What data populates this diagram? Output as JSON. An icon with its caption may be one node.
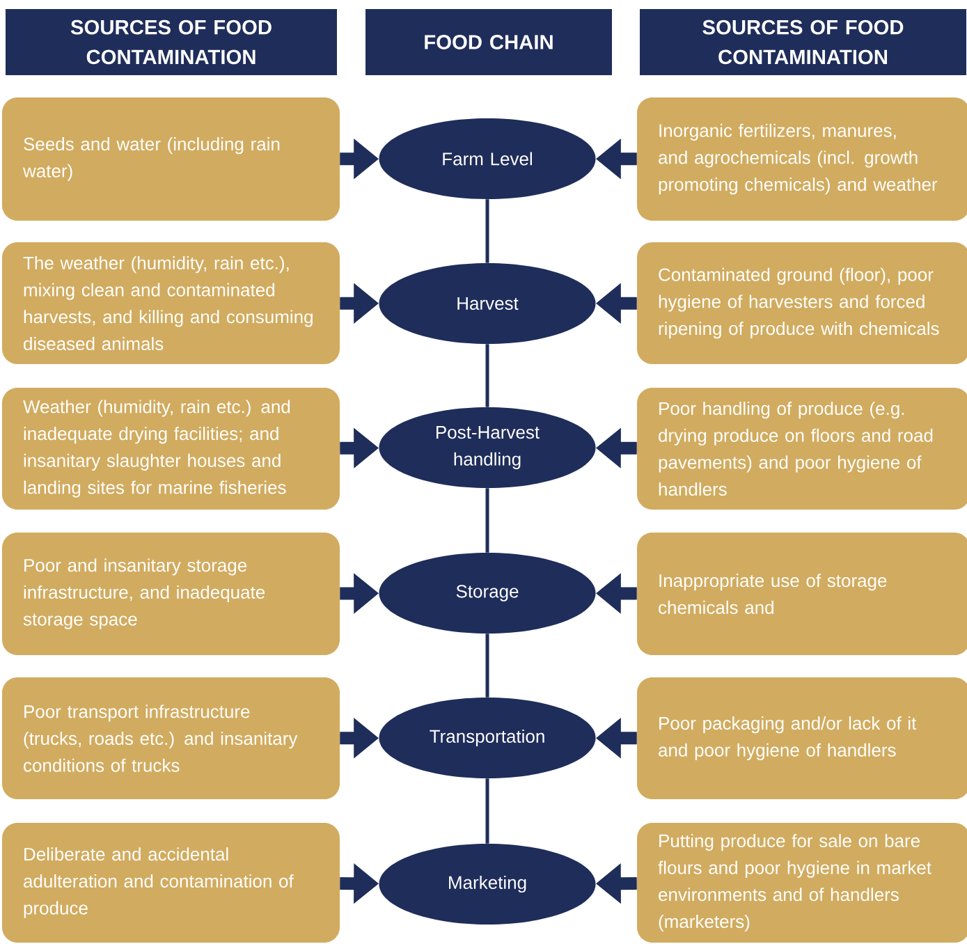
{
  "diagram": {
    "nodes": [
      {
        "text": [
          "SOURCES OF FOOD CONTAMINATION"
        ]
      },
      {
        "text": [
          "FOOD CHAIN"
        ]
      },
      {
        "text": [
          "SOURCES OF FOOD CONTAMINATION"
        ]
      },
      {
        "text": [
          "Seeds and water (including rain water)"
        ]
      },
      {
        "text": [
          "Farm Level"
        ]
      },
      {
        "text": [
          "Inorganic fertilizers, manures, and agrochemicals (incl. growth promoting chemicals) and weather"
        ]
      },
      {
        "text": [
          "The weather (humidity, rain etc.), mixing clean and contaminated harvests, and killing and consuming diseased animals"
        ]
      },
      {
        "text": [
          "Harvest"
        ]
      },
      {
        "text": [
          "Contaminated ground (floor), poor hygiene of harvesters and forced ripening of produce with chemicals"
        ]
      },
      {
        "text": [
          "Weather (humidity, rain etc.) and inadequate drying facilities; and insanitary slaughter houses and landing sites for marine fisheries"
        ]
      },
      {
        "text": [
          "Post-Harvest handling"
        ]
      },
      {
        "text": [
          "Poor handling of produce (e.g. drying produce on floors and road pavements) and poor hygiene of handlers"
        ]
      },
      {
        "text": [
          "Poor and insanitary storage infrastructure, and inadequate storage space"
        ]
      },
      {
        "text": [
          "Storage"
        ]
      },
      {
        "text": [
          "Inappropriate use of storage chemicals and"
        ]
      },
      {
        "text": [
          "Poor transport infrastructure (trucks, roads etc.) and insanitary conditions of trucks"
        ]
      },
      {
        "text": [
          "Transportation"
        ]
      },
      {
        "text": [
          "Poor packaging and/or lack of it and poor hygiene of handlers"
        ]
      },
      {
        "text": [
          "Deliberate and accidental adulteration and contamination of produce"
        ]
      },
      {
        "text": [
          "Marketing"
        ]
      },
      {
        "text": [
          "Putting produce for sale on bare flours and poor hygiene in market environments and of handlers (marketers)"
        ]
      }
    ],
    "edges": [
      {
        "from": 3,
        "to": 4,
        "arrow": "to"
      },
      {
        "from": 5,
        "to": 4,
        "arrow": "to"
      },
      {
        "from": 4,
        "to": 7,
        "arrow": "none"
      },
      {
        "from": 6,
        "to": 7,
        "arrow": "to"
      },
      {
        "from": 8,
        "to": 7,
        "arrow": "to"
      },
      {
        "from": 7,
        "to": 10,
        "arrow": "none"
      },
      {
        "from": 9,
        "to": 10,
        "arrow": "to"
      },
      {
        "from": 11,
        "to": 10,
        "arrow": "to"
      },
      {
        "from": 10,
        "to": 13,
        "arrow": "none"
      },
      {
        "from": 12,
        "to": 13,
        "arrow": "to"
      },
      {
        "from": 14,
        "to": 13,
        "arrow": "to"
      },
      {
        "from": 13,
        "to": 16,
        "arrow": "none"
      },
      {
        "from": 15,
        "to": 16,
        "arrow": "to"
      },
      {
        "from": 17,
        "to": 16,
        "arrow": "to"
      },
      {
        "from": 16,
        "to": 19,
        "arrow": "none"
      },
      {
        "from": 18,
        "to": 19,
        "arrow": "to"
      },
      {
        "from": 20,
        "to": 19,
        "arrow": "to"
      }
    ]
  }
}
